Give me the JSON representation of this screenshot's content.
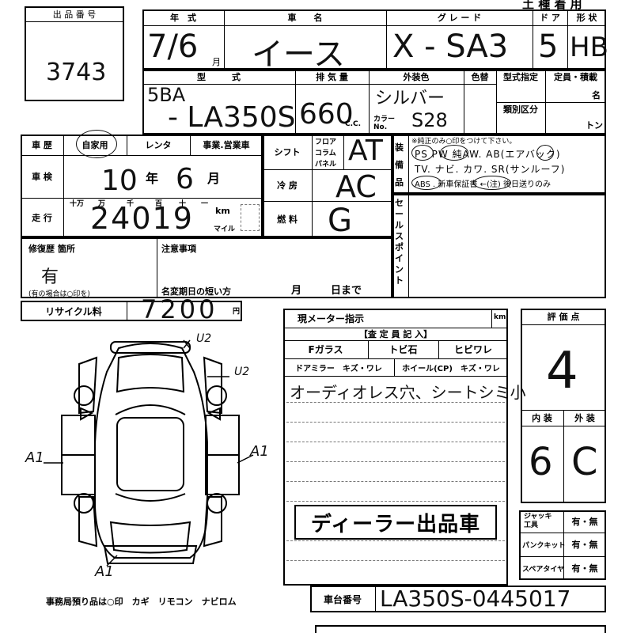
{
  "lot": {
    "label": "出 品 番 号",
    "number": "3743"
  },
  "header": {
    "top_title": "土 種 着 用",
    "year_label": "年　式",
    "car_label": "車　　名",
    "grade_label": "グ レ ー ド",
    "door_label": "ド ア",
    "shape_label": "形 状",
    "year_value": "7/6",
    "year_unit": "月",
    "car_value": "イース",
    "grade_value": "X - SA3",
    "door_value": "5",
    "shape_value": "HB"
  },
  "model": {
    "model_label": "型　　　式",
    "disp_label": "排 気 量",
    "color_label": "外装色",
    "interior_color_label": "色替",
    "type_label": "型式指定",
    "class_label": "類別区分",
    "capacity_label": "定員・積載",
    "capacity_unit1": "名",
    "capacity_unit2": "トン",
    "model_prefix": "5BA",
    "model_value": "- LA350S",
    "disp_value": "660",
    "cc": "C.C.",
    "color_value": "シルバー",
    "color_no_label": "カラー No.",
    "color_no_value": "S28"
  },
  "history": {
    "label": "車 歴",
    "opts": [
      "自家用",
      "レンタ",
      "事業.営業車"
    ],
    "shaken_label": "車 検",
    "shaken_value": "10",
    "year_unit": "年",
    "shaken_month": "6",
    "month_unit": "月",
    "mileage_label": "走 行",
    "mileage_units": [
      "十万",
      "万",
      "千",
      "百",
      "十",
      "一"
    ],
    "mileage_value": "24019",
    "km_label": "km",
    "mile_label": "マイル"
  },
  "shift": {
    "label": "シフト",
    "opts": [
      "フロア",
      "コラム",
      "パネル"
    ],
    "value": "AT"
  },
  "aircon": {
    "label": "冷 房",
    "value": "AC"
  },
  "fuel": {
    "label": "燃 料",
    "value": "G"
  },
  "equip": {
    "label": "装備品",
    "note": "※純正のみ○印をつけて下さい。",
    "line1": "PS PW 純AW. AB(エアバック)",
    "line2": "TV. ナビ. カワ. SR(サンルーフ)",
    "line3": "ABS . 新車保証書 ←(注) 後日送りのみ"
  },
  "sales_point": {
    "label": "セールスポイント"
  },
  "repair": {
    "label": "修復歴 箇所",
    "value": "有",
    "note": "(有の場合は○印を)"
  },
  "notes": {
    "label": "注意事項",
    "short_label": "名変期日の短い方",
    "month": "月",
    "day": "日まで"
  },
  "recycle": {
    "label": "リサイクル料",
    "value": "7200",
    "unit": "円"
  },
  "inspection": {
    "meter_label": "現メーター指示",
    "meter_unit": "km",
    "inspector_label": "【査 定 員 記 入】",
    "h1": "Fガラス",
    "h2": "トビ石",
    "h3": "ヒビワレ",
    "h4": "ドアミラー　キズ・ワレ",
    "h5": "ホイール(CP)　キズ・ワレ",
    "comment": "オーディオレス穴、シートシミ小",
    "stamp": "ディーラー出品車"
  },
  "score": {
    "label": "評 価 点",
    "value": "4",
    "interior_label": "内 装",
    "exterior_label": "外 装",
    "interior_value": "6",
    "exterior_value": "C"
  },
  "tools": {
    "rows": [
      {
        "name": "ジャッキ 工具",
        "value": "有・無"
      },
      {
        "name": "パンクキット",
        "value": "有・無"
      },
      {
        "name": "スペアタイヤ",
        "value": "有・無"
      }
    ]
  },
  "diagram": {
    "marks": [
      "U2",
      "U2",
      "A1",
      "A1",
      "A1"
    ],
    "footer": "事務局預り品は○印　カギ　リモコン　ナビロム"
  },
  "chassis": {
    "label": "車台番号",
    "value": "LA350S-0445017"
  }
}
